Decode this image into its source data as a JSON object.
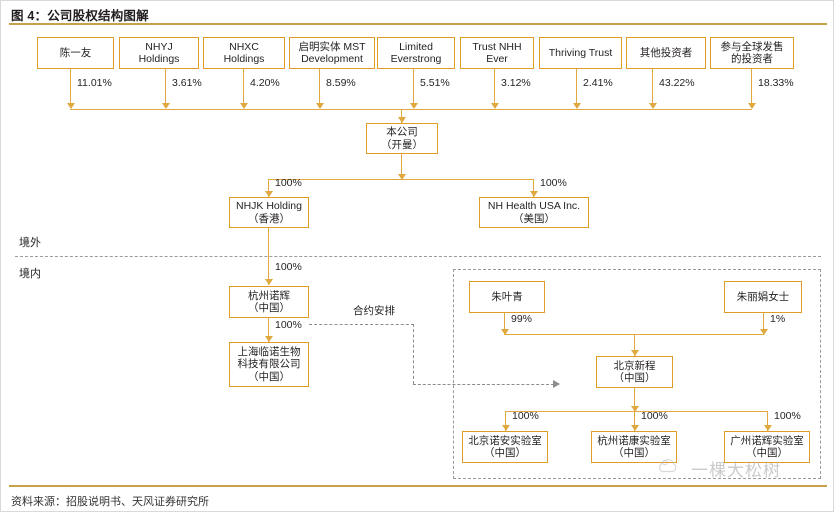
{
  "header": {
    "title": "图 4：公司股权结构图解",
    "source": "资料来源：招股说明书、天风证券研究所"
  },
  "watermark": {
    "text": "一棵大松树",
    "icon": "cloud-icon"
  },
  "zones": {
    "offshore": "境外",
    "onshore": "境内"
  },
  "contract_label": "合约安排",
  "colors": {
    "box_border": "#e09b28",
    "connector": "#e0a93f",
    "rule": "#c8a24a",
    "dashed": "#9a9a9a"
  },
  "shareholders": [
    {
      "name": "陈一友",
      "pct": "11.01%"
    },
    {
      "name": "NHYJ\nHoldings",
      "pct": "3.61%"
    },
    {
      "name": "NHXC\nHoldings",
      "pct": "4.20%"
    },
    {
      "name": "启明实体 MST\nDevelopment",
      "pct": "8.59%"
    },
    {
      "name": "Limited\nEverstrong",
      "pct": "5.51%"
    },
    {
      "name": "Trust NHH\nEver",
      "pct": "3.12%"
    },
    {
      "name": "Thriving Trust",
      "pct": "2.41%"
    },
    {
      "name": "其他投资者",
      "pct": "43.22%"
    },
    {
      "name": "参与全球发售\n的投资者",
      "pct": "18.33%"
    }
  ],
  "company": {
    "name": "本公司\n（开曼）"
  },
  "tier2": [
    {
      "name": "NHJK Holding\n（香港）",
      "pct": "100%"
    },
    {
      "name": "NH Health USA Inc.\n（美国）",
      "pct": "100%"
    }
  ],
  "onshore_left": [
    {
      "name": "杭州诺辉\n（中国）",
      "pct": "100%"
    },
    {
      "name": "上海临诺生物\n科技有限公司\n（中国）",
      "pct": "100%"
    }
  ],
  "vie": {
    "owners": [
      {
        "name": "朱叶青",
        "pct": "99%"
      },
      {
        "name": "朱丽娟女士",
        "pct": "1%"
      }
    ],
    "entity": {
      "name": "北京新程\n（中国）"
    },
    "labs": [
      {
        "name": "北京诺安实验室\n（中国）",
        "pct": "100%"
      },
      {
        "name": "杭州诺康实验室\n（中国）",
        "pct": "100%"
      },
      {
        "name": "广州诺辉实验室\n（中国）",
        "pct": "100%"
      }
    ]
  }
}
